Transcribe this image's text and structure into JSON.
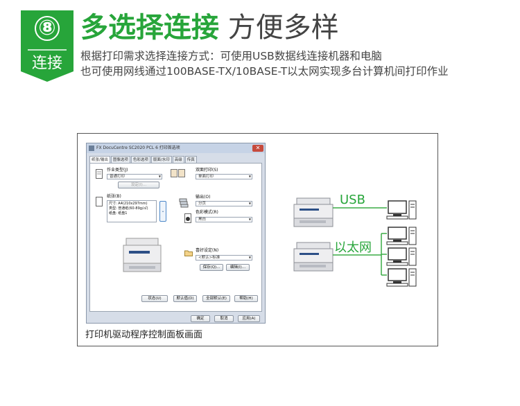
{
  "header": {
    "step_number": "⑧",
    "step_label": "连接",
    "title_strong": "多选择连接",
    "title_light": "方便多样",
    "desc_line1": "根据打印需求选择连接方式：可使用USB数据线连接机器和电脑",
    "desc_line2": "也可使用网线通过100BASE-TX/10BASE-T以太网实现多台计算机间打印作业"
  },
  "colors": {
    "accent": "#27a53a",
    "line": "#3aab45"
  },
  "dialog": {
    "title": "FX DocuCentre SC2020 PCL 6 打印首选项",
    "tabs": [
      "纸张/输出",
      "图像选项",
      "色彩选项",
      "版面/水印",
      "高级",
      "传真"
    ],
    "job_type_label": "作业类型(J)",
    "job_type_value": "普通打印",
    "settings_button": "设定(I)...",
    "paper_label": "纸张(B)",
    "paper_info_1": "尺寸: A4(210x297mm)",
    "paper_info_2": "类型: 普通纸(60-89g/㎡)",
    "paper_info_3": "纸盘: 纸盘1",
    "duplex_label": "双面打印(S)",
    "duplex_value": "单面打印",
    "output_label": "输出(O)",
    "output_value": "分页",
    "color_mode_label": "色彩模式(R)",
    "color_mode_value": "黑白",
    "favorites_label": "喜好设定(N)",
    "favorites_value": "<默认>标准",
    "save_button": "保存(Q)...",
    "edit_button": "编辑(I)...",
    "buttons_row": [
      "状态(U)",
      "默认值(D)",
      "全部默认(E)",
      "帮助(H)"
    ],
    "bottom_buttons": [
      "确定",
      "取消",
      "应用(A)"
    ]
  },
  "caption": "打印机驱动程序控制面板画面",
  "network": {
    "usb_label": "USB",
    "ethernet_label": "以太网"
  }
}
